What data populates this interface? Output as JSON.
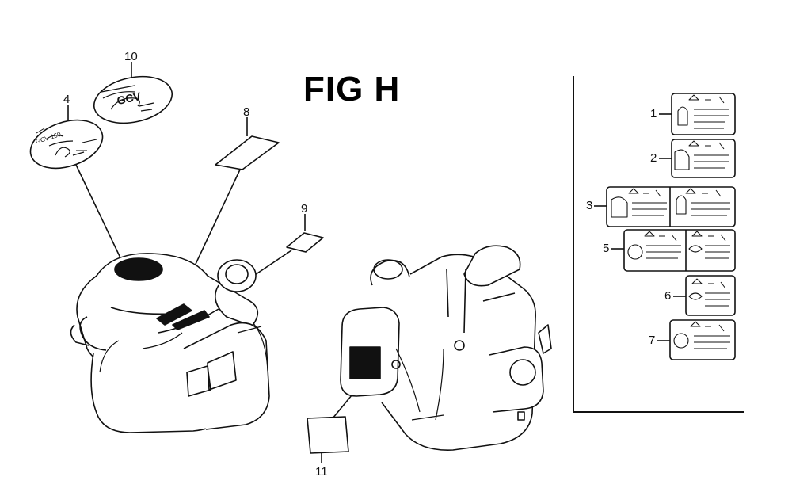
{
  "figure": {
    "title": "FIG H"
  },
  "callouts": {
    "c1": "1",
    "c2": "2",
    "c3": "3",
    "c4": "4",
    "c5": "5",
    "c6": "6",
    "c7": "7",
    "c8": "8",
    "c9": "9",
    "c10": "10",
    "c11": "11"
  },
  "emblems": {
    "emblem4_text": "GCV 160",
    "emblem10_text": "GCV"
  },
  "colors": {
    "line": "#111111",
    "fill": "#ffffff",
    "dark": "#111111"
  }
}
